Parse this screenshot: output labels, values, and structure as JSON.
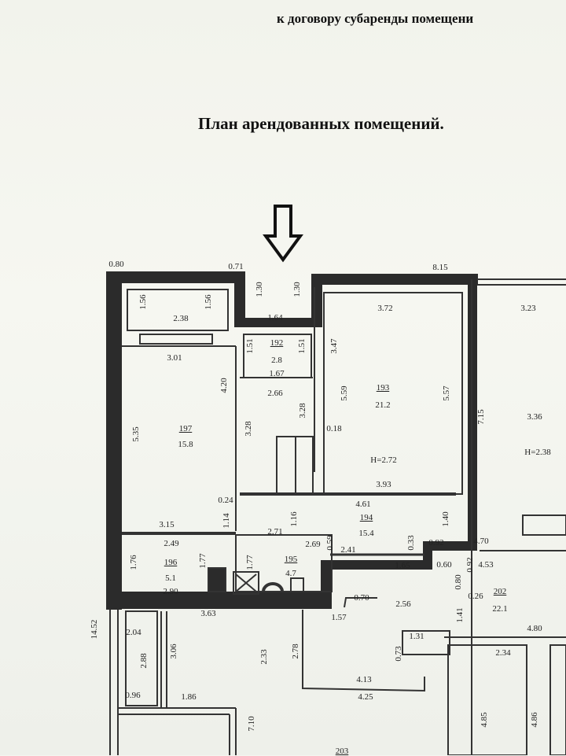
{
  "header": {
    "subtitle": "к договору субаренды помещени",
    "title": "План арендованных помещений."
  },
  "labels": [
    "0.80",
    "0.71",
    "8.15",
    "1.30",
    "1.30",
    "1.64",
    "1.56",
    "1.56",
    "2.38",
    "3.72",
    "3.23",
    "1.51",
    "192",
    "2.8",
    "1.51",
    "1.67",
    "3.47",
    "3.01",
    "4.20",
    "2.66",
    "5.59",
    "193",
    "21.2",
    "5.57",
    "7.15",
    "5.35",
    "197",
    "15.8",
    "3.28",
    "3.28",
    "0.18",
    "3.36",
    "H=2.72",
    "H=2.38",
    "3.93",
    "4.61",
    "0.24",
    "1.14",
    "1.16",
    "1.40",
    "194",
    "15.4",
    "3.15",
    "2.71",
    "2.49",
    "0.59",
    "2.69",
    "2.41",
    "0.33",
    "0.92",
    "4.70",
    "1.76",
    "196",
    "5.1",
    "2.90",
    "1.77",
    "1.77",
    "195",
    "4.7",
    "1.65",
    "0.60",
    "0.92",
    "4.53",
    "2.56",
    "0.80",
    "0.26",
    "202",
    "22.1",
    "0.70",
    "3.63",
    "1.57",
    "1.41",
    "4.80",
    "14.52",
    "2.04",
    "1.31",
    "2.34",
    "2.88",
    "3.06",
    "2.33",
    "2.78",
    "0.73",
    "4.13",
    "4.25",
    "0.96",
    "1.86",
    "7.10",
    "4.85",
    "4.86",
    "203"
  ],
  "colors": {
    "wall": "#2b2b2b",
    "paper": "#f4f5ef"
  }
}
